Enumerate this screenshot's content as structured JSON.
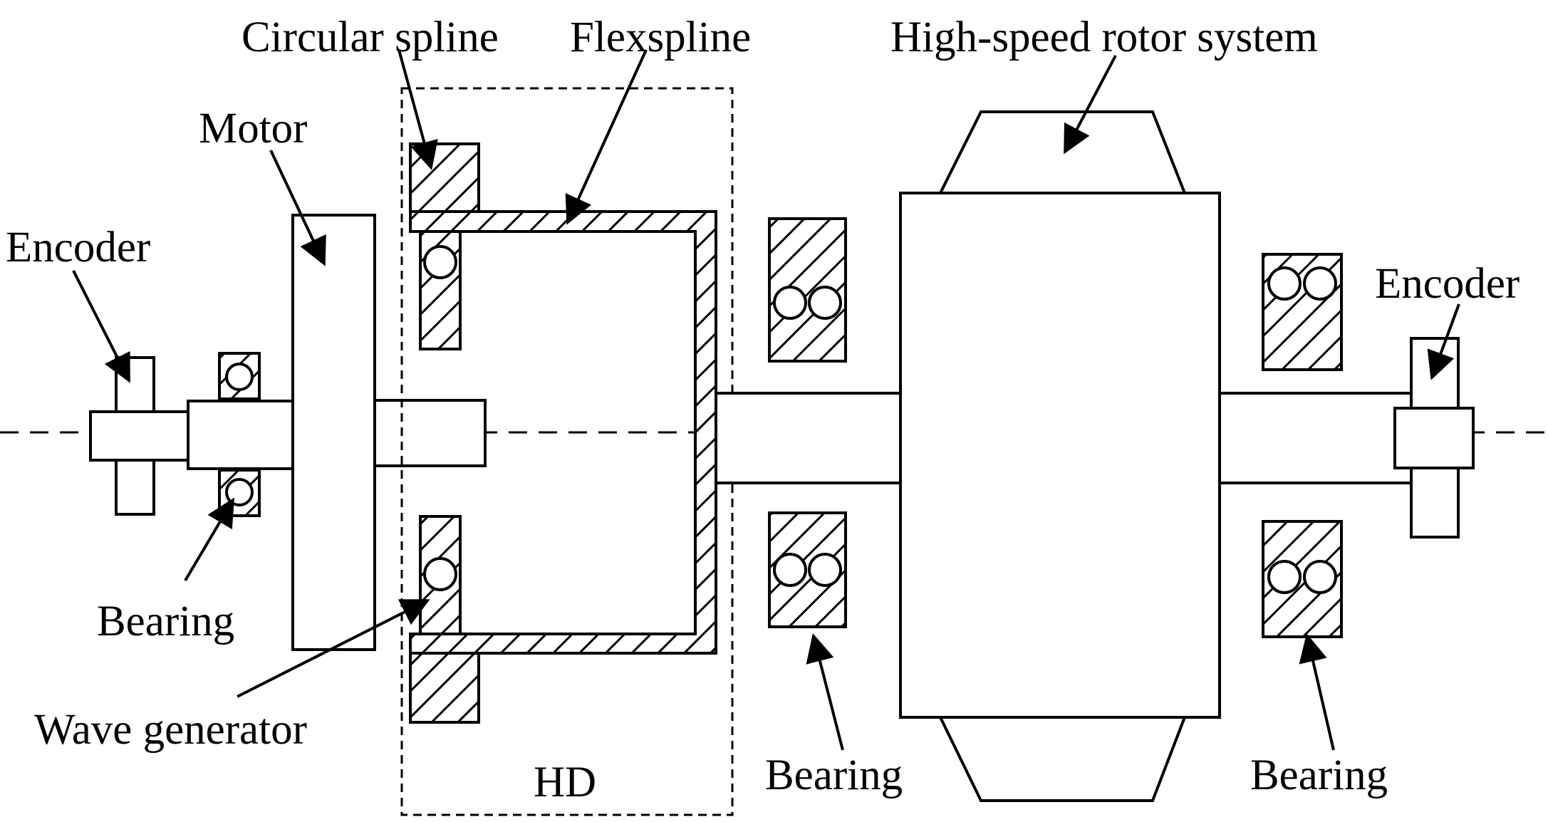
{
  "labels": {
    "circular_spline": "Circular spline",
    "flexspline": "Flexspline",
    "rotor": "High-speed rotor system",
    "motor": "Motor",
    "encoder_left": "Encoder",
    "encoder_right": "Encoder",
    "bearing_left": "Bearing",
    "wave_generator": "Wave generator",
    "hd": "HD",
    "bearing_mid": "Bearing",
    "bearing_right": "Bearing"
  }
}
